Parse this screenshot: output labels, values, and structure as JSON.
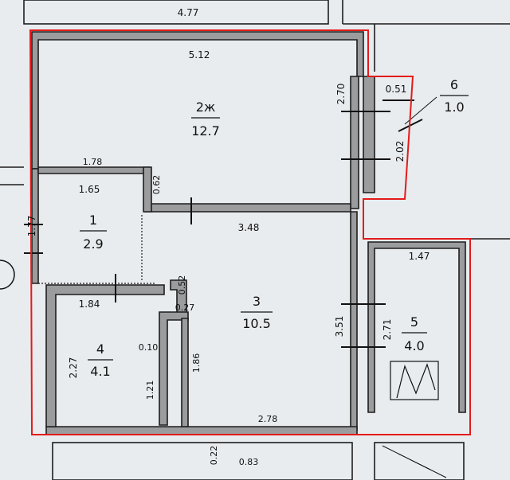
{
  "rooms": [
    {
      "id": "2zh",
      "number": "2ж",
      "area": "12.7"
    },
    {
      "id": "1",
      "number": "1",
      "area": "2.9"
    },
    {
      "id": "3",
      "number": "3",
      "area": "10.5"
    },
    {
      "id": "4",
      "number": "4",
      "area": "4.1"
    },
    {
      "id": "5",
      "number": "5",
      "area": "4.0"
    },
    {
      "id": "6",
      "number": "6",
      "area": "1.0"
    }
  ],
  "dimensions": {
    "top_neighbor": "4.77",
    "room2_top": "5.12",
    "room2_right": "2.70",
    "balcony_top": "0.51",
    "balcony_side": "2.02",
    "room1_top_outer": "1.78",
    "room1_top_inner": "1.65",
    "room1_right": "0.62",
    "room1_left": "1.77",
    "room3_top": "3.48",
    "room3_right": "3.51",
    "room4_top": "1.84",
    "room4_left": "2.27",
    "room4_small_a": "0.52",
    "room4_small_b": "0.27",
    "room4_small_c": "0.10",
    "room4_small_d": "1.21",
    "room4_right": "1.86",
    "bottom": "2.78",
    "room5_top": "1.47",
    "room5_left": "2.71",
    "below_a": "0.22",
    "below_b": "0.83"
  },
  "colors": {
    "outline": "#e31b1b",
    "wall": "#9a9c9e",
    "paper": "#e9ecef"
  }
}
